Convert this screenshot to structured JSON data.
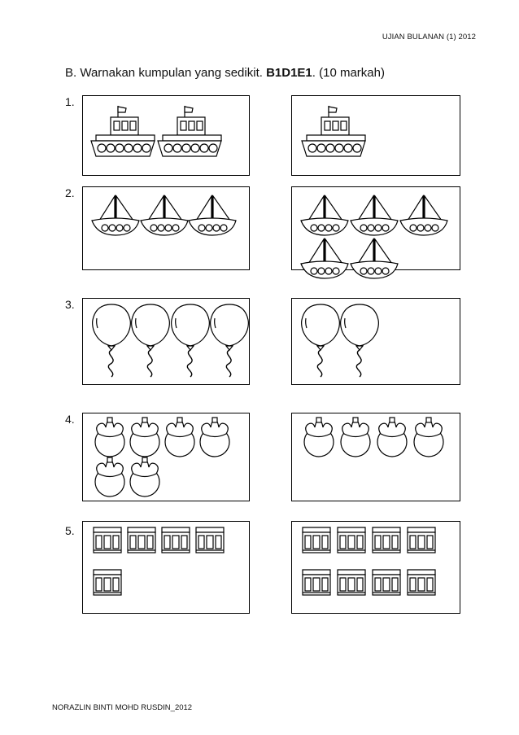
{
  "header": {
    "title": "UJIAN BULANAN (1) 2012"
  },
  "instruction": {
    "prefix": "B. Warnakan kumpulan yang sedikit. ",
    "code": "B1D1E1",
    "suffix": ". (10 markah)"
  },
  "questions": [
    {
      "number": "1.",
      "object_icon": "ship-icon",
      "left_count": 2,
      "right_count": 1
    },
    {
      "number": "2.",
      "object_icon": "sailboat-icon",
      "left_count": 3,
      "right_count": 5
    },
    {
      "number": "3.",
      "object_icon": "balloon-icon",
      "left_count": 4,
      "right_count": 2
    },
    {
      "number": "4.",
      "object_icon": "mangosteen-icon",
      "left_count": 6,
      "right_count": 4
    },
    {
      "number": "5.",
      "object_icon": "shophouse-icon",
      "left_count": 5,
      "right_count": 8
    }
  ],
  "footer": {
    "author": "NORAZLIN BINTI MOHD RUSDIN_2012"
  }
}
